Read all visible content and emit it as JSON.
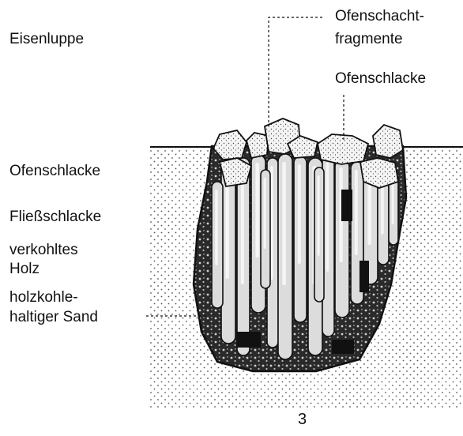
{
  "labels": {
    "eisenluppe": "Eisenluppe",
    "ofenschacht_line1": "Ofenschacht-",
    "ofenschacht_line2": "fragmente",
    "ofenschlacke_top": "Ofenschlacke",
    "ofenschlacke_left": "Ofenschlacke",
    "fliessschlacke": "Fließschlacke",
    "holz_line1": "verkohltes",
    "holz_line2": "Holz",
    "sand_line1": "holzkohle-",
    "sand_line2": "haltiger Sand"
  },
  "figure_number": "3",
  "colors": {
    "ink": "#111111",
    "paper": "#ffffff",
    "slag": "#e2e2e2",
    "dark": "#1a1a1a"
  }
}
